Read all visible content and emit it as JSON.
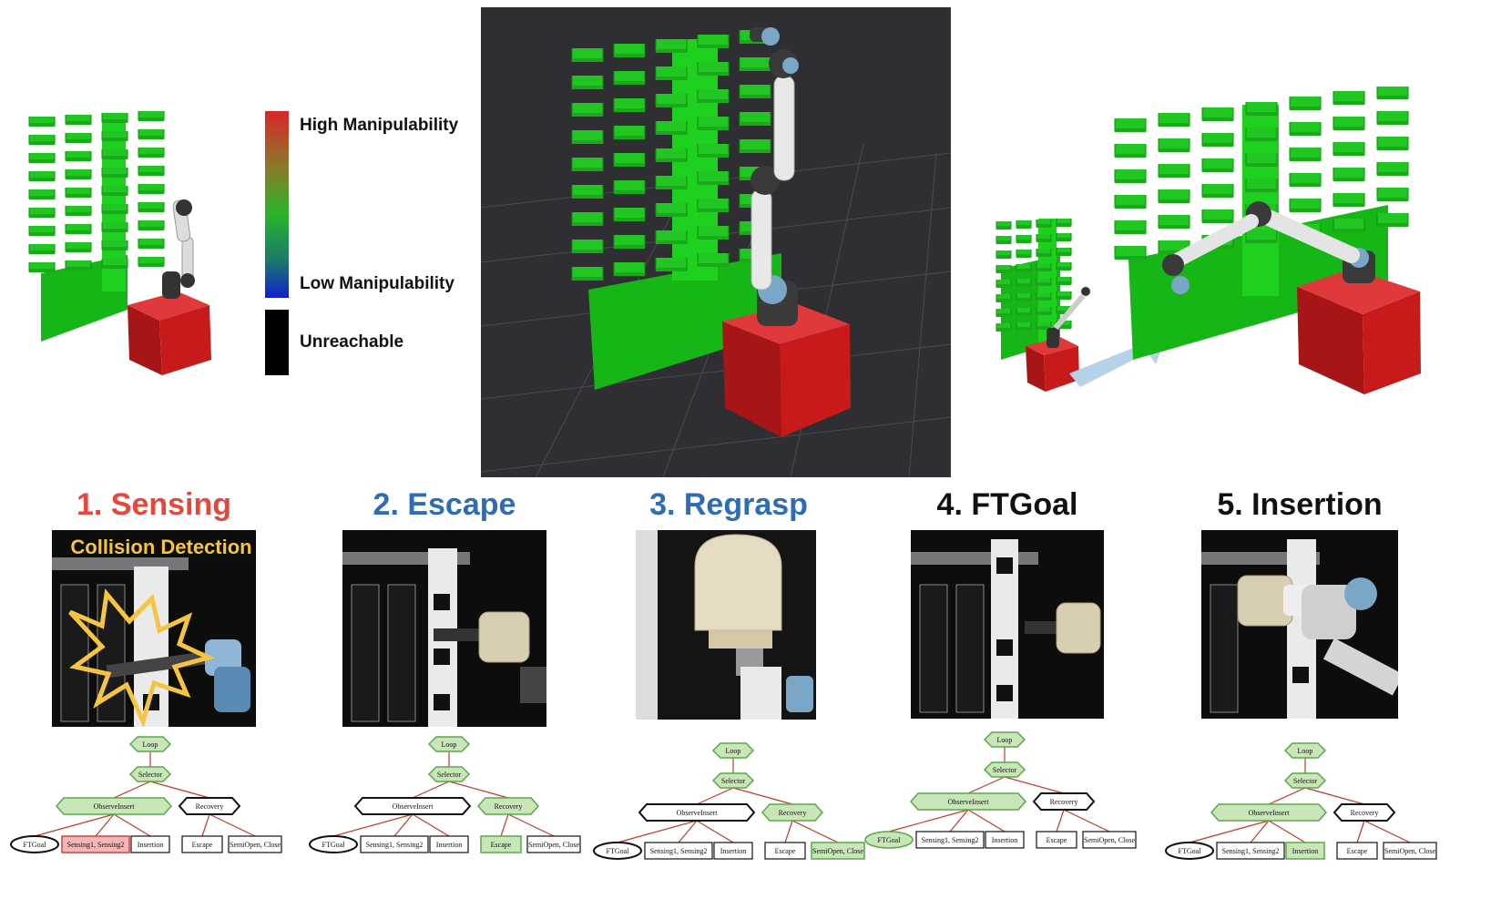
{
  "legend": {
    "high": "High Manipulability",
    "low": "Low Manipulability",
    "unreachable": "Unreachable"
  },
  "colors": {
    "shelf_green": "#1fd11f",
    "base_red": "#c8191b",
    "sensing_red": "#e8463c",
    "escape_blue": "#2e6db5",
    "regrasp_blue": "#2e6db5",
    "title_black": "#111111",
    "bt_green_fill": "#c8e6b8",
    "bt_green_stroke": "#5aa84a",
    "bt_red_fill": "#f4b6b6",
    "rviz_bg": "#2e2e33"
  },
  "steps": [
    {
      "title": "1. Sensing",
      "overlay": "Collision Detection",
      "tree": {
        "loop": "Loop",
        "selector": "Selector",
        "observe": "ObserveInsert",
        "recovery": "Recovery",
        "ftgoal": "FTGoal",
        "sensing": "Sensing1, Sensing2",
        "insertion": "Insertion",
        "escape": "Escape",
        "semiopen": "SemiOpen, Close"
      }
    },
    {
      "title": "2. Escape",
      "tree": {
        "loop": "Loop",
        "selector": "Selector",
        "observe": "ObserveInsert",
        "recovery": "Recovery",
        "ftgoal": "FTGoal",
        "sensing": "Sensing1, Sensing2",
        "insertion": "Insertion",
        "escape": "Escape",
        "semiopen": "SemiOpen, Close"
      }
    },
    {
      "title": "3. Regrasp",
      "tree": {
        "loop": "Loop",
        "selector": "Selector",
        "observe": "ObserveInsert",
        "recovery": "Recovery",
        "ftgoal": "FTGoal",
        "sensing": "Sensing1, Sensing2",
        "insertion": "Insertion",
        "escape": "Escape",
        "semiopen": "SemiOpen, Close"
      }
    },
    {
      "title": "4. FTGoal",
      "tree": {
        "loop": "Loop",
        "selector": "Selector",
        "observe": "ObserveInsert",
        "recovery": "Recovery",
        "ftgoal": "FTGoal",
        "sensing": "Sensing1, Sensing2",
        "insertion": "Insertion",
        "escape": "Escape",
        "semiopen": "SemiOpen, Close"
      }
    },
    {
      "title": "5. Insertion",
      "tree": {
        "loop": "Loop",
        "selector": "Selector",
        "observe": "ObserveInsert",
        "recovery": "Recovery",
        "ftgoal": "FTGoal",
        "sensing": "Sensing1, Sensing2",
        "insertion": "Insertion",
        "escape": "Escape",
        "semiopen": "SemiOpen, Close"
      }
    }
  ]
}
